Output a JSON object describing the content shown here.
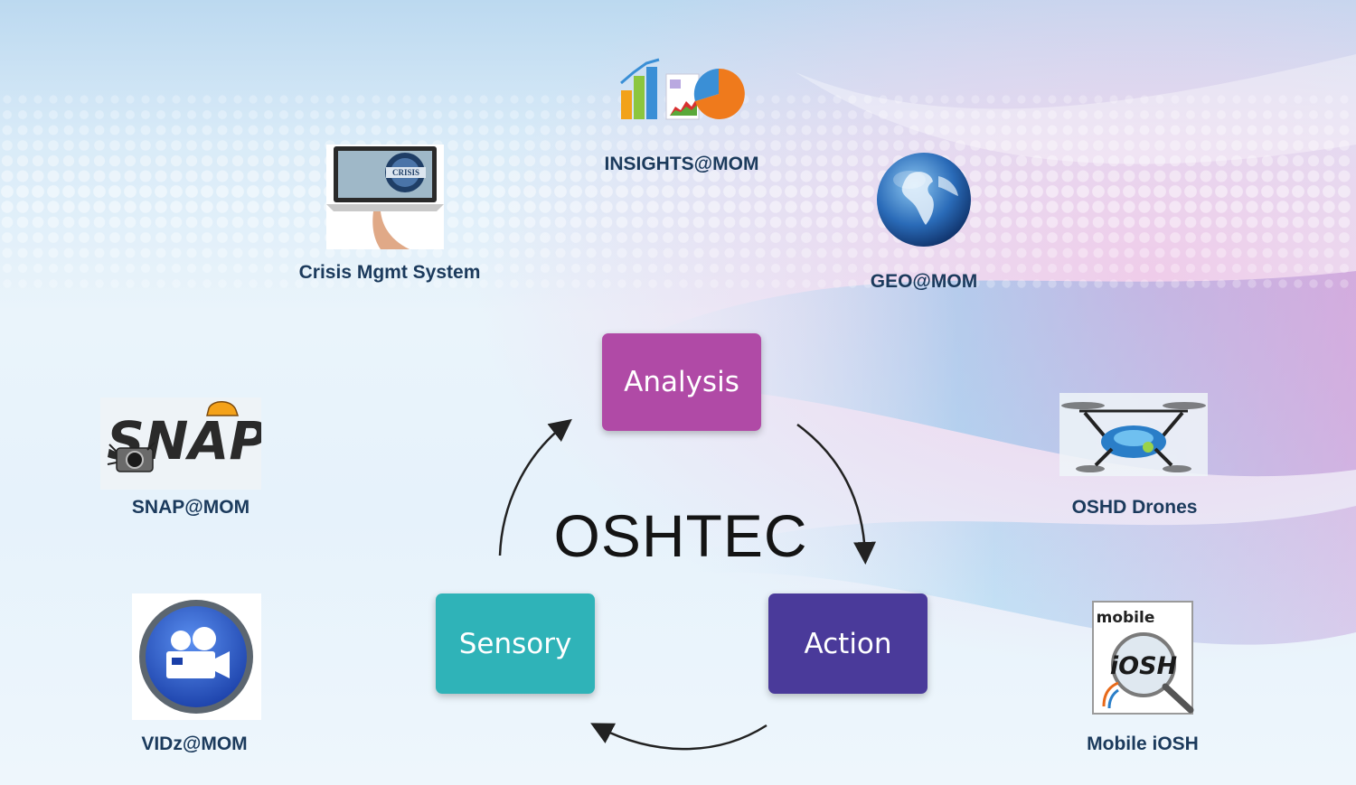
{
  "diagram": {
    "center_title": "OSHTEC",
    "cycle": [
      {
        "id": "analysis",
        "label": "Analysis",
        "color": "#b04aa6"
      },
      {
        "id": "action",
        "label": "Action",
        "color": "#4a3a9a"
      },
      {
        "id": "sensory",
        "label": "Sensory",
        "color": "#2fb3b8"
      }
    ],
    "tools": [
      {
        "label": "INSIGHTS@MOM",
        "icon": "charts-icon"
      },
      {
        "label": "Crisis Mgmt System",
        "icon": "laptop-icon",
        "screen_text": "CRISIS"
      },
      {
        "label": "GEO@MOM",
        "icon": "globe-icon"
      },
      {
        "label": "SNAP@MOM",
        "icon": "snap-logo-icon",
        "logo_text": "SNAP"
      },
      {
        "label": "OSHD Drones",
        "icon": "drone-icon"
      },
      {
        "label": "VIDz@MOM",
        "icon": "video-camera-icon"
      },
      {
        "label": "Mobile iOSH",
        "icon": "mobile-iosh-icon",
        "logo_text_1": "mobile",
        "logo_text_2": "iOSH"
      }
    ]
  }
}
